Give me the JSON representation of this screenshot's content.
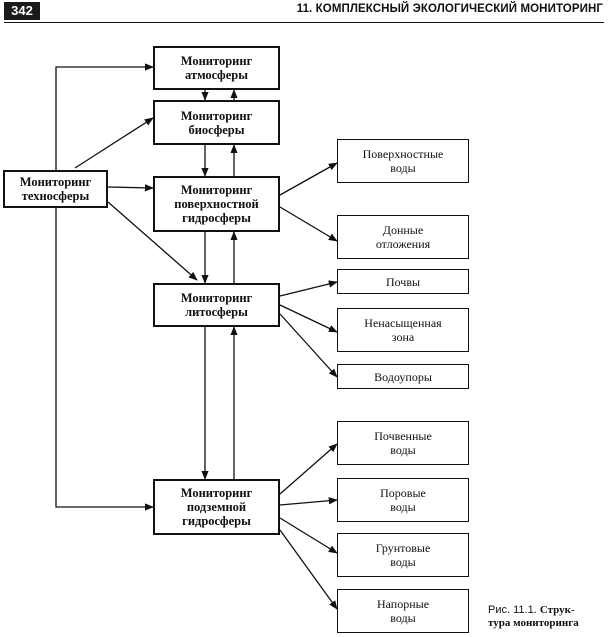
{
  "header": {
    "page_number": "342",
    "chapter_title": "11. КОМПЛЕКСНЫЙ ЭКОЛОГИЧЕСКИЙ МОНИТОРИНГ"
  },
  "diagram": {
    "nodes": {
      "technosphere": "Мониторинг\nтехносферы",
      "atmosphere": "Мониторинг\nатмосферы",
      "biosphere": "Мониторинг\nбиосферы",
      "surface_hydrosphere": "Мониторинг\nповерхностной\nгидросферы",
      "lithosphere": "Мониторинг\nлитосферы",
      "underground_hydrosphere": "Мониторинг\nподземной\nгидросферы",
      "surface_waters": "Поверхностные\nводы",
      "bottom_sediments": "Донные\nотложения",
      "soils": "Почвы",
      "unsaturated_zone": "Ненасыщенная\nзона",
      "aquitards": "Водоупоры",
      "soil_waters": "Почвенные\nводы",
      "pore_waters": "Поровые\nводы",
      "ground_waters": "Грунтовые\nводы",
      "pressure_waters": "Напорные\nводы"
    }
  },
  "caption": {
    "label": "Рис. 11.1.",
    "text_line1": "Струк-",
    "text_line2": "тура мониторинга"
  }
}
